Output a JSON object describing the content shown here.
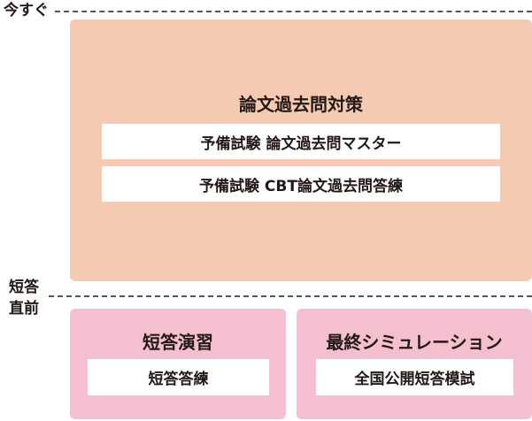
{
  "timeline": {
    "now_label": "今すぐ",
    "short_answer_label": "短答\n直前"
  },
  "essay": {
    "title": "論文過去問対策",
    "items": [
      "予備試験 論文過去問マスター",
      "予備試験 CBT論文過去問答練"
    ]
  },
  "short_practice": {
    "title": "短答演習",
    "items": [
      "短答答練"
    ]
  },
  "final_sim": {
    "title": "最終シミュレーション",
    "items": [
      "全国公開短答模試"
    ]
  },
  "colors": {
    "essay_bg": "#f6c9b3",
    "short_bg": "#f4bfcf",
    "dash": "#555555"
  }
}
